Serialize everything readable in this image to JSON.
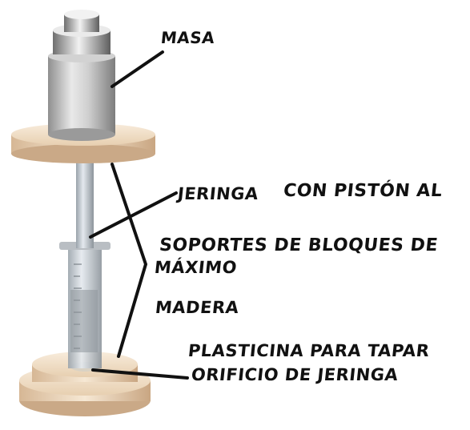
{
  "labels": {
    "masa": "MASA",
    "jeringa": "JERINGA",
    "con_piston": "CON PISTÓN AL",
    "soportes": "SOPORTES DE BLOQUES DE",
    "maximo": "MÁXIMO",
    "madera": "MADERA",
    "plasticina": "PLASTICINA PARA TAPAR",
    "orificio": "ORIFICIO DE JERINGA"
  },
  "colors": {
    "wood_light": "#f4e4cf",
    "wood_dark": "#caa987",
    "mass_metal": "#c9c9c9",
    "line": "#111111"
  }
}
